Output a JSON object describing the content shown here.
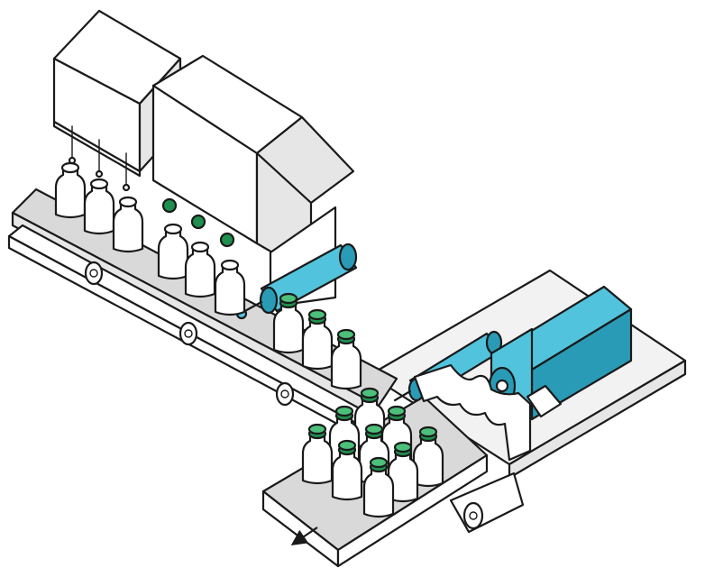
{
  "image": {
    "kind": "technical illustration",
    "components": [
      {
        "name": "filling-machine",
        "icon": "machine-housing"
      },
      {
        "name": "capping-machine",
        "icon": "machine-housing"
      },
      {
        "name": "pneumatic-cylinder-left",
        "icon": "cylinder"
      },
      {
        "name": "pneumatic-cylinder-right",
        "icon": "cylinder"
      },
      {
        "name": "electric-motor",
        "icon": "servo-motor"
      },
      {
        "name": "star-wheel-guide",
        "icon": "guide"
      },
      {
        "name": "bottle-conveyor",
        "icon": "conveyor"
      },
      {
        "name": "output-conveyor",
        "icon": "conveyor"
      },
      {
        "name": "flow-direction",
        "icon": "arrow-icon"
      }
    ]
  },
  "colors": {
    "outline": "#1a1a1a",
    "machine_fill": "#ffffff",
    "machine_shade": "#e6e6e6",
    "conveyor_fill": "#d9d9d9",
    "bottle_fill": "#ffffff",
    "cap_green": "#1f8f4e",
    "cap_green_light": "#4cc07a",
    "actuator_blue": "#52c3dc",
    "actuator_blue_dark": "#2a9bb6",
    "plate_fill": "#f2f2f2"
  }
}
